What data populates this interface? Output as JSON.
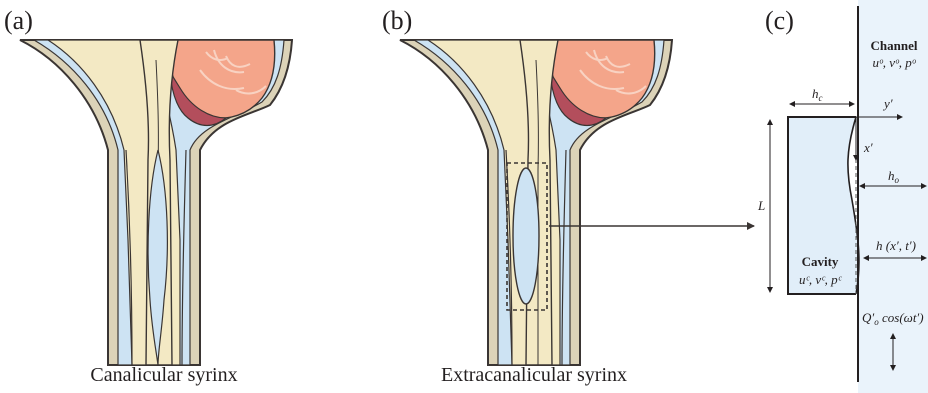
{
  "colors": {
    "csf": "#cde3f3",
    "tissue": "#f3e9c4",
    "cerebellum": "#f4a58a",
    "cerebellum_dark": "#b34e5c",
    "skin": "#dcd3b8",
    "outline": "#3a3533",
    "channel": "#eaf3fb",
    "cavity": "#e1eef9"
  },
  "panels": {
    "a": {
      "label": "(a)",
      "caption": "Canalicular syrinx"
    },
    "b": {
      "label": "(b)",
      "caption": "Extracanalicular syrinx"
    },
    "c": {
      "label": "(c)",
      "channel_title": "Channel",
      "channel_vars": "uᵒ, vᵒ, pᵒ",
      "cavity_title": "Cavity",
      "cavity_vars": "uᶜ, vᶜ, pᶜ",
      "h_c": "h_c",
      "h_c_main": "h",
      "h_c_sub": "c",
      "y_prime": "y′",
      "x_prime": "x′",
      "h_o_main": "h",
      "h_o_sub": "o",
      "L": "L",
      "h_func": "h (x′, t′)",
      "flux_main": "Q′",
      "flux_sub": "o",
      "flux_tail": " cos(ωt′)"
    }
  }
}
